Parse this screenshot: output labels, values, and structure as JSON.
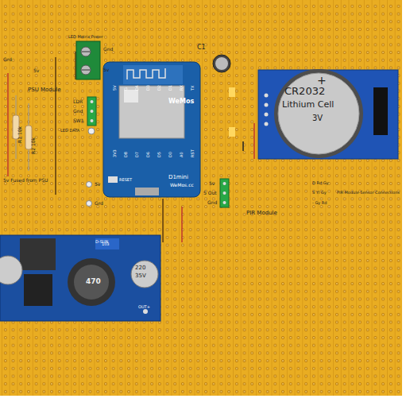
{
  "diagram": {
    "nodes": [
      {
        "text": [
          "5V",
          "G",
          "D4",
          "D3",
          "D2",
          "D1",
          "RX",
          "TX",
          "3V3",
          "D8",
          "D7",
          "D6",
          "D5",
          "D0",
          "A0",
          "RST",
          "WeMos",
          "D1mini",
          "WeMos.cc",
          "RESET"
        ]
      },
      {
        "text": [
          "+",
          "CR2032",
          "Lithium Cell",
          "3V"
        ]
      },
      {
        "text": [
          "PSU Module",
          "470",
          "220",
          "35V",
          "D-SUN",
          "103",
          "OUT+"
        ]
      }
    ],
    "labels": [
      "LED Matrix Power",
      "Gnd",
      "5v",
      "C1",
      "Grd",
      "5v",
      "R1 10k",
      "R2 10k",
      "5v Fused from PSU",
      "LDR",
      "Gnd",
      "SW1",
      "LED DATA",
      "5v",
      "Grd",
      "5v",
      "S Out",
      "Gnd",
      "PIR Module",
      "D Rd Gy",
      "S Yl Gy",
      "PIR Module Sensor Connections",
      "- Gy Rd"
    ]
  }
}
